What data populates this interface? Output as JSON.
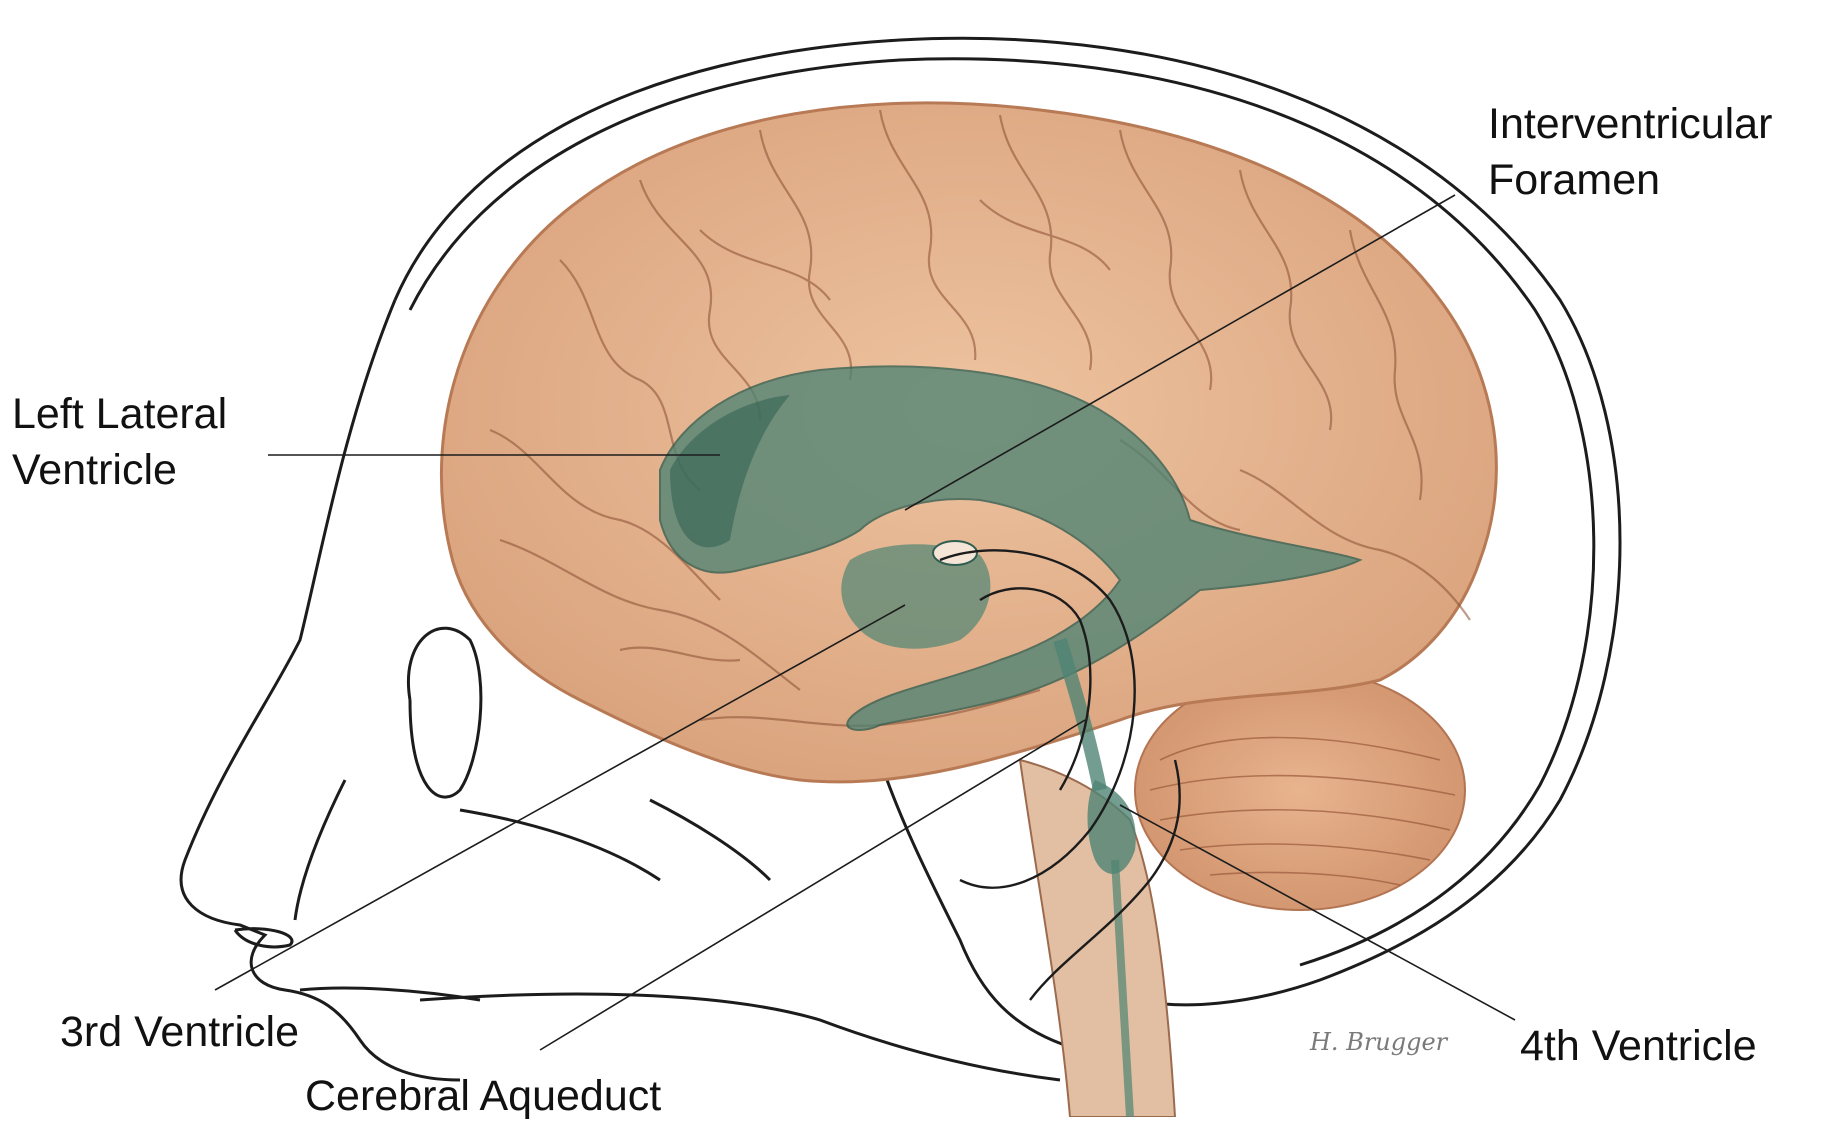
{
  "diagram": {
    "labels": {
      "interventricular_line1": "Interventricular",
      "interventricular_line2": "Foramen",
      "left_lateral_line1": "Left Lateral",
      "left_lateral_line2": "Ventricle",
      "third_ventricle": "3rd Ventricle",
      "cerebral_aqueduct": "Cerebral Aqueduct",
      "fourth_ventricle": "4th Ventricle"
    },
    "signature": "H. Brugger"
  },
  "colors": {
    "background": "#ffffff",
    "outline": "#1c1c1c",
    "brain": "#e7b894",
    "brain_shadow": "#c98e6a",
    "sulci": "#8a4e33",
    "ventricles": "#4f8474",
    "ventricles_dark": "#2f5e51",
    "brainstem": "#e2bfa2",
    "head_fill": "#f0f0f0"
  }
}
